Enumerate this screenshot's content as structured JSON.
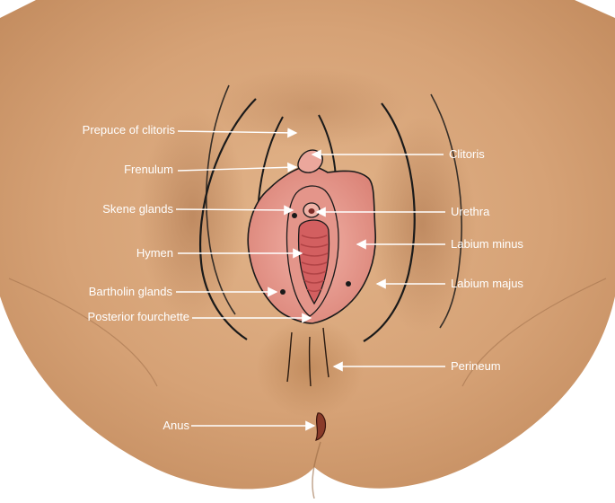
{
  "labels": {
    "prepuce": "Prepuce of clitoris",
    "frenulum": "Frenulum",
    "skene": "Skene glands",
    "hymen": "Hymen",
    "bartholin": "Bartholin glands",
    "fourchette": "Posterior fourchette",
    "anus": "Anus",
    "clitoris": "Clitoris",
    "urethra": "Urethra",
    "labium_minus": "Labium minus",
    "labium_majus": "Labium majus",
    "perineum": "Perineum"
  },
  "colors": {
    "skin": "#d9a578",
    "skin_shadow": "#b47e55",
    "mucosa": "#e89c92",
    "mucosa_inner": "#d7706e",
    "outline": "#1a1a1a",
    "label": "#ffffff"
  }
}
